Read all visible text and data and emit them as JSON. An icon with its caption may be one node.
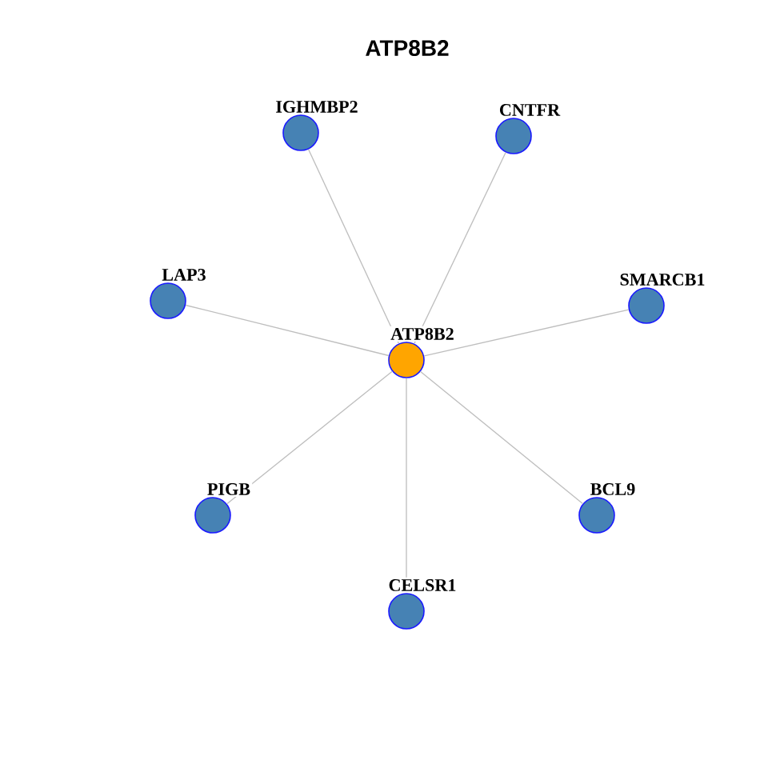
{
  "diagram": {
    "title": "ATP8B2",
    "nodes": [
      {
        "text": [
          "IGHMBP2"
        ]
      },
      {
        "text": [
          "CNTFR"
        ]
      },
      {
        "text": [
          "LAP3"
        ]
      },
      {
        "text": [
          "SMARCB1"
        ]
      },
      {
        "text": [
          "ATP8B2"
        ]
      },
      {
        "text": [
          "PIGB"
        ]
      },
      {
        "text": [
          "BCL9"
        ]
      },
      {
        "text": [
          "CELSR1"
        ]
      }
    ],
    "edges": [
      {
        "from": 4,
        "to": 0,
        "arrow": "none"
      },
      {
        "from": 4,
        "to": 1,
        "arrow": "none"
      },
      {
        "from": 4,
        "to": 2,
        "arrow": "none"
      },
      {
        "from": 4,
        "to": 3,
        "arrow": "none"
      },
      {
        "from": 4,
        "to": 5,
        "arrow": "none"
      },
      {
        "from": 4,
        "to": 6,
        "arrow": "none"
      },
      {
        "from": 4,
        "to": 7,
        "arrow": "none"
      }
    ]
  }
}
